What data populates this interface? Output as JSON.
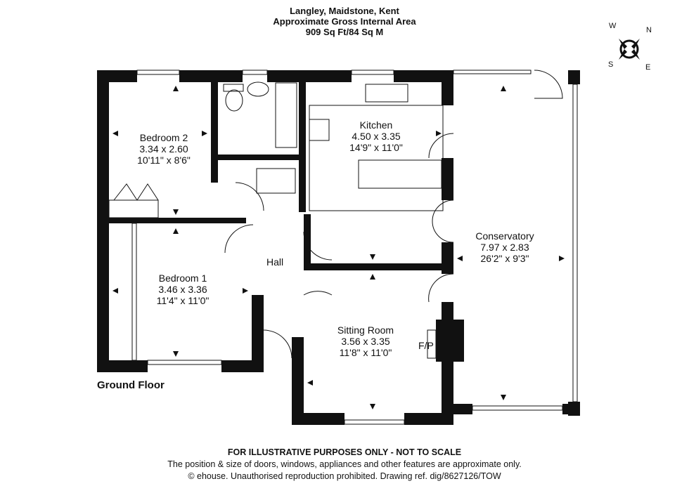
{
  "header": {
    "line1": "Langley, Maidstone, Kent",
    "line2": "Approximate Gross Internal Area",
    "line3": "909 Sq Ft/84 Sq M"
  },
  "compass": {
    "n": "N",
    "e": "E",
    "s": "S",
    "w": "W"
  },
  "rooms": [
    {
      "name": "Bedroom 2",
      "metric": "3.34 x 2.60",
      "imperial": "10'11\" x 8'6\""
    },
    {
      "name": "Kitchen",
      "metric": "4.50 x 3.35",
      "imperial": "14'9\" x 11'0\""
    },
    {
      "name": "Conservatory",
      "metric": "7.97 x 2.83",
      "imperial": "26'2\" x 9'3\""
    },
    {
      "name": "Bedroom 1",
      "metric": "3.46 x 3.36",
      "imperial": "11'4\" x 11'0\""
    },
    {
      "name": "Sitting Room",
      "metric": "3.56 x 3.35",
      "imperial": "11'8\" x 11'0\""
    }
  ],
  "labels": {
    "hall": "Hall",
    "fireplace": "F/P",
    "floor": "Ground Floor"
  },
  "footer": {
    "line1": "FOR ILLUSTRATIVE PURPOSES ONLY - NOT TO SCALE",
    "line2": "The position & size of doors, windows, appliances and other features are approximate only.",
    "line3": "© ehouse. Unauthorised reproduction prohibited. Drawing ref. dig/8627126/TOW"
  }
}
